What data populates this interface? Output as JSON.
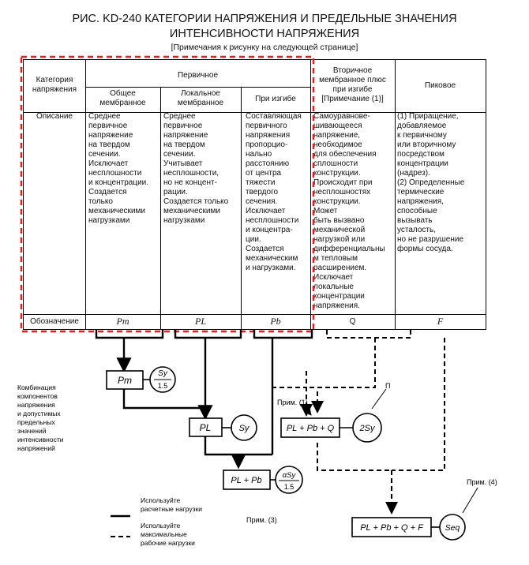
{
  "title": {
    "line1": "РИС. KD-240 КАТЕГОРИИ НАПРЯЖЕНИЯ И ПРЕДЕЛЬНЫЕ ЗНАЧЕНИЯ",
    "line2": "ИНТЕНСИВНОСТИ НАПРЯЖЕНИЯ",
    "note": "[Примечания к рисунку на следующей странице]"
  },
  "table": {
    "cat_header": [
      "Категория",
      "напряжения"
    ],
    "primary_header": "Первичное",
    "sub_general": [
      "Общее",
      "мембранное"
    ],
    "sub_local": [
      "Локальное",
      "мембранное"
    ],
    "sub_bending": "При изгибе",
    "secondary_header": [
      "Вторичное",
      "мембранное плюс",
      "при изгибе",
      "[Примечание (1)]"
    ],
    "peak_header": "Пиковое",
    "desc_label": "Описание",
    "desc_general": [
      "Среднее",
      "первичное",
      "напряжение",
      "на твердом",
      "сечении.",
      "Исключает",
      "несплошности",
      "и концентрации.",
      "Создается",
      "только",
      "механическими",
      "нагрузками"
    ],
    "desc_local": [
      "Среднее",
      "первичное",
      "напряжение",
      "на твердом",
      "сечении.",
      "Учитывает",
      "несплошности,",
      "но не концент-",
      "рации.",
      "Создается только",
      "механическими",
      "нагрузками"
    ],
    "desc_bending": [
      "Составляющая",
      "первичного",
      "напряжения",
      "пропорцио-",
      "нально",
      "расстоянию",
      "от центра",
      "тяжести",
      "твердого",
      "сечения.",
      "Исключает",
      "несплошности",
      "и концентра-",
      "ции.",
      "Создается",
      "механическим",
      "и нагрузками."
    ],
    "desc_secondary": [
      "Самоуравнове-",
      "шивающееся",
      "напряжение,",
      "необходимое",
      "для обеспечения",
      "сплошности",
      "конструкции.",
      "Происходит при",
      "несплошностях",
      "конструкции.",
      "Может",
      "быть вызвано",
      "механической",
      "нагрузкой или",
      "дифференциальны",
      "м          тепловым",
      "расширением.",
      "Исключает",
      "локальные",
      "концентрации",
      "напряжения."
    ],
    "desc_peak": [
      "(1) Приращение,",
      "добавляемое",
      "к первичному",
      "или вторичному",
      "посредством",
      "концентрации",
      "(надрез).",
      "(2) Определенные",
      "термические",
      "напряжения,",
      "способные",
      "вызывать",
      "усталость,",
      "но не разрушение",
      "формы сосуда."
    ],
    "sym_label": "Обозначение",
    "sym_pm": "Pm",
    "sym_pl": "PL",
    "sym_pb": "Pb",
    "sym_q": "Q",
    "sym_f": "F"
  },
  "diagram": {
    "side_label": [
      "Комбинация",
      "компонентов",
      "напряжения",
      "и допустимых",
      "предельных",
      "значений",
      "интенсивности",
      "напряжений"
    ],
    "box_pm": "Pm",
    "circle_sy_1_5": [
      "Sy",
      "1.5"
    ],
    "box_pl": "PL",
    "circle_sy": "Sy",
    "box_pl_pb": "PL + Pb",
    "circle_alpha_sy": [
      "αSy",
      "1.5"
    ],
    "box_pl_pb_q": "PL + Pb + Q",
    "circle_2sy": "2Sy",
    "box_pl_pb_q_f": "PL + Pb + Q + F",
    "circle_seq": "Seq",
    "note1": "Прим. (1)",
    "note3": "Прим. (3)",
    "note4": "Прим. (4)",
    "note_p": "П",
    "legend_solid": [
      "Используйте",
      "расчетные нагрузки"
    ],
    "legend_dashed": [
      "Используйте",
      "максимальные",
      "рабочие нагрузки"
    ]
  },
  "colors": {
    "highlight": "#e02020"
  }
}
